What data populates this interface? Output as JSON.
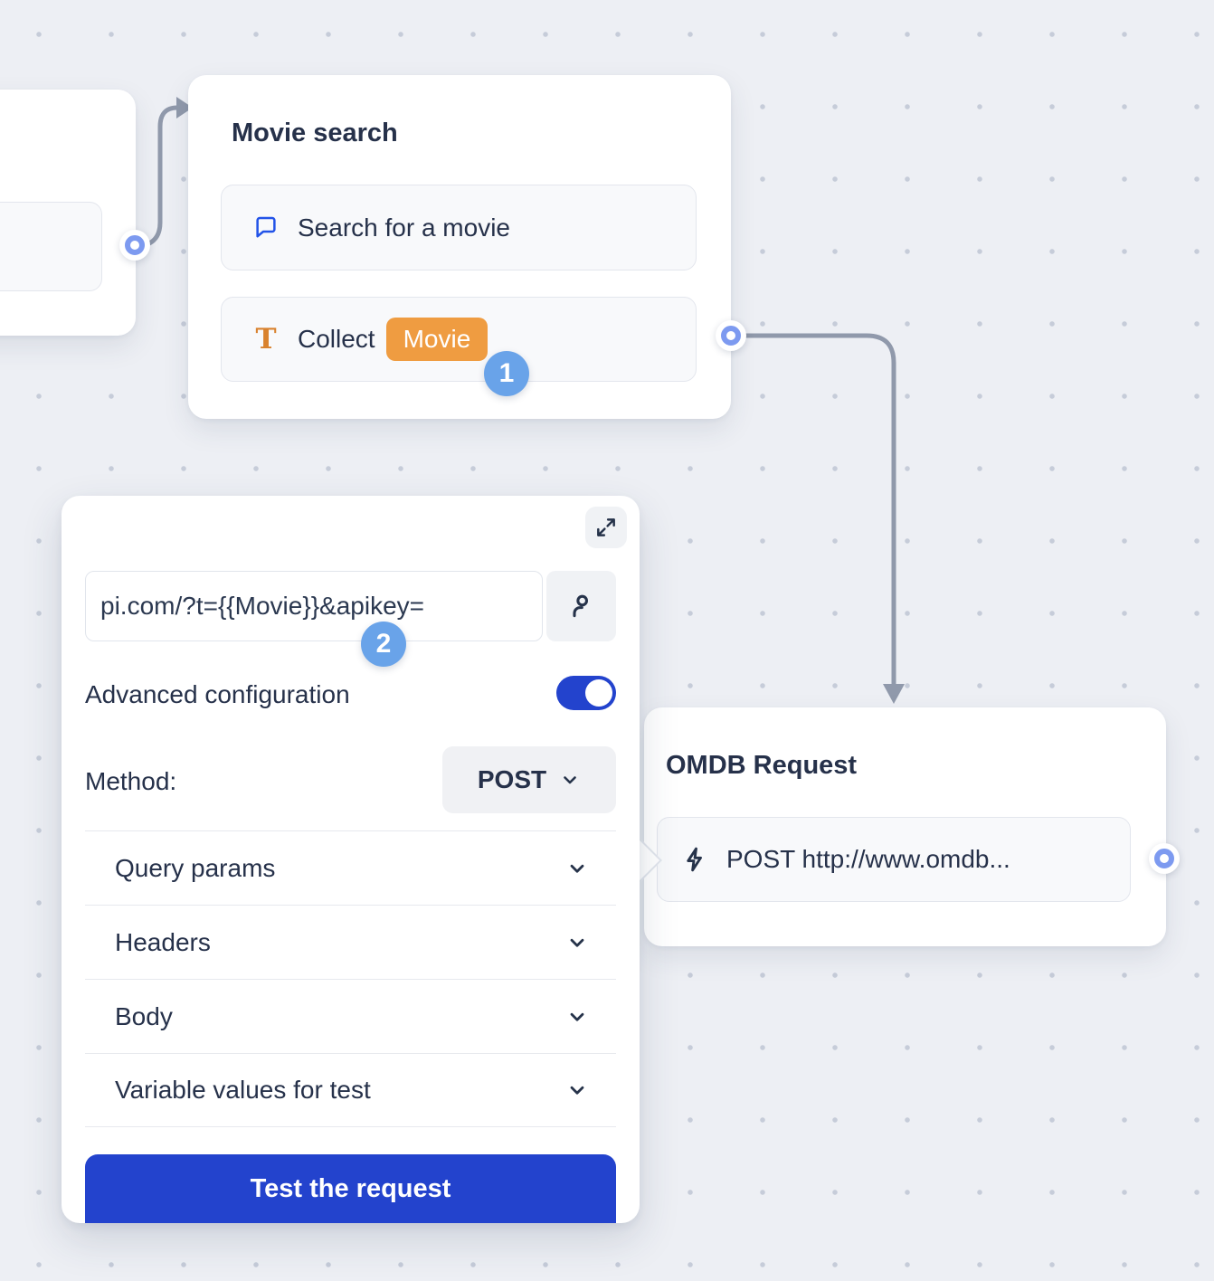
{
  "movie_node": {
    "title": "Movie search",
    "items": [
      {
        "icon": "chat-bubble-icon",
        "label": "Search for a movie"
      },
      {
        "icon": "text-icon",
        "label": "Collect",
        "variable_chip": "Movie"
      }
    ],
    "step_badge": "1"
  },
  "config_panel": {
    "step_badge": "2",
    "url_value": "pi.com/?t={{Movie}}&apikey=",
    "advanced_label": "Advanced configuration",
    "toggle_state": "on",
    "method_label": "Method:",
    "method_value": "POST",
    "sections": [
      {
        "label": "Query params"
      },
      {
        "label": "Headers"
      },
      {
        "label": "Body"
      },
      {
        "label": "Variable values for test"
      }
    ],
    "test_button_label": "Test the request"
  },
  "omdb_node": {
    "title": "OMDB Request",
    "item_icon": "lightning-icon",
    "item_label": "POST http://www.omdb..."
  },
  "colors": {
    "accent_blue": "#2343cd",
    "icon_blue": "#2253e8",
    "chip_orange": "#ef9c41",
    "step_badge_blue": "#69a3e9",
    "port_blue": "#7d9af0",
    "connector_gray": "#9099ab",
    "canvas_bg": "#edeff4"
  }
}
